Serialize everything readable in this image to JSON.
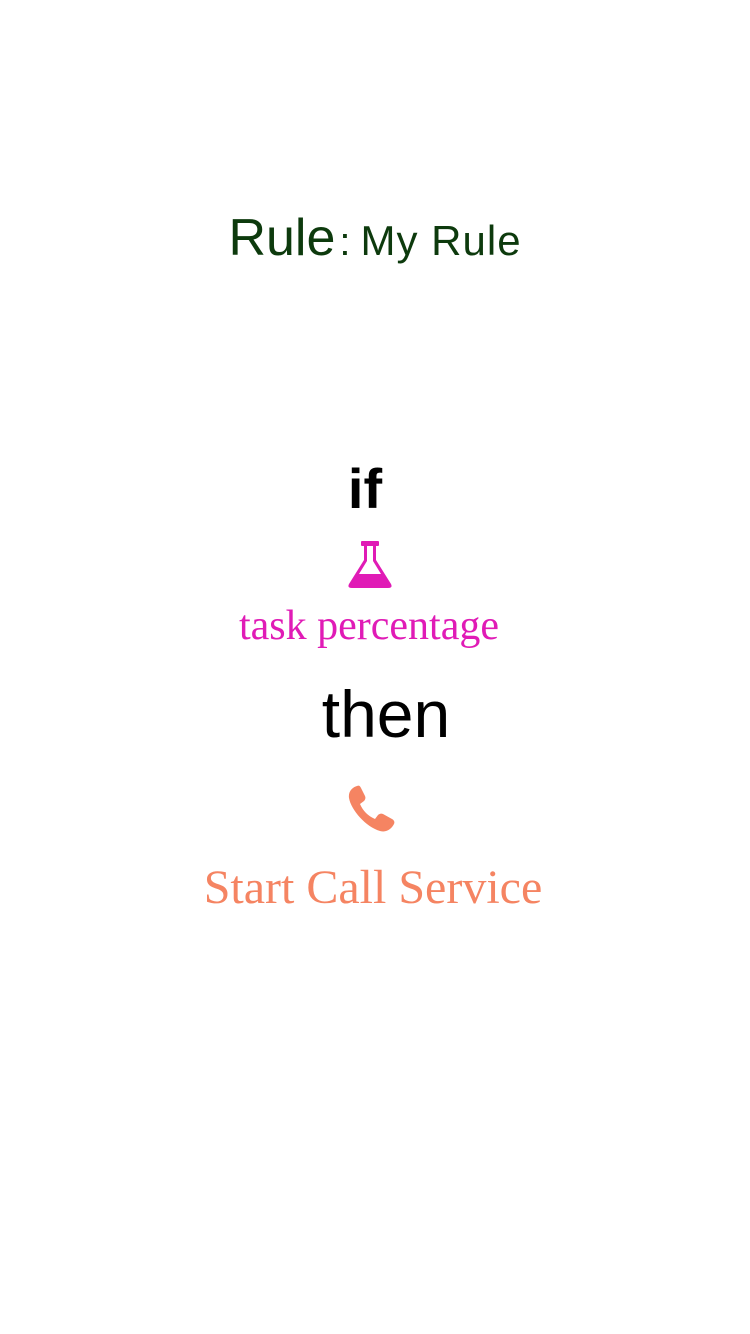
{
  "rule": {
    "prefix": "Rule",
    "colon": ":",
    "name": "My Rule"
  },
  "condition": {
    "keyword": "if",
    "icon": "flask-icon",
    "label": "task percentage",
    "color": "#e01bb6"
  },
  "action": {
    "keyword": "then",
    "icon": "phone-icon",
    "label": "Start Call Service",
    "color": "#f58462"
  },
  "colors": {
    "title": "#0d3a0d",
    "keyword": "#000000",
    "background": "#ffffff"
  }
}
